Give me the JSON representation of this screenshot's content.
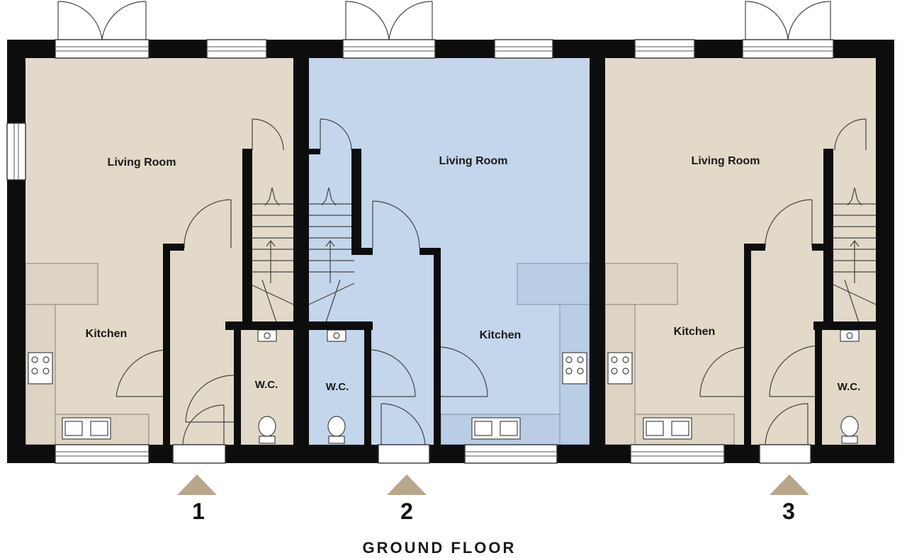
{
  "floor_title": "GROUND FLOOR",
  "colors": {
    "wall": "#0d0d0d",
    "unit_beige": "#e2d9c8",
    "unit_blue": "#c4d6ec",
    "entrance_marker": "#b8a78a",
    "counter": "#d4ccbc",
    "counter_blue": "#b6cae3"
  },
  "units": [
    {
      "plot_number": "1",
      "fill": "beige",
      "living_label": "Living Room",
      "kitchen_label": "Kitchen",
      "wc_label": "W.C."
    },
    {
      "plot_number": "2",
      "fill": "blue",
      "living_label": "Living Room",
      "kitchen_label": "Kitchen",
      "wc_label": "W.C."
    },
    {
      "plot_number": "3",
      "fill": "beige",
      "living_label": "Living Room",
      "kitchen_label": "Kitchen",
      "wc_label": "W.C."
    }
  ]
}
